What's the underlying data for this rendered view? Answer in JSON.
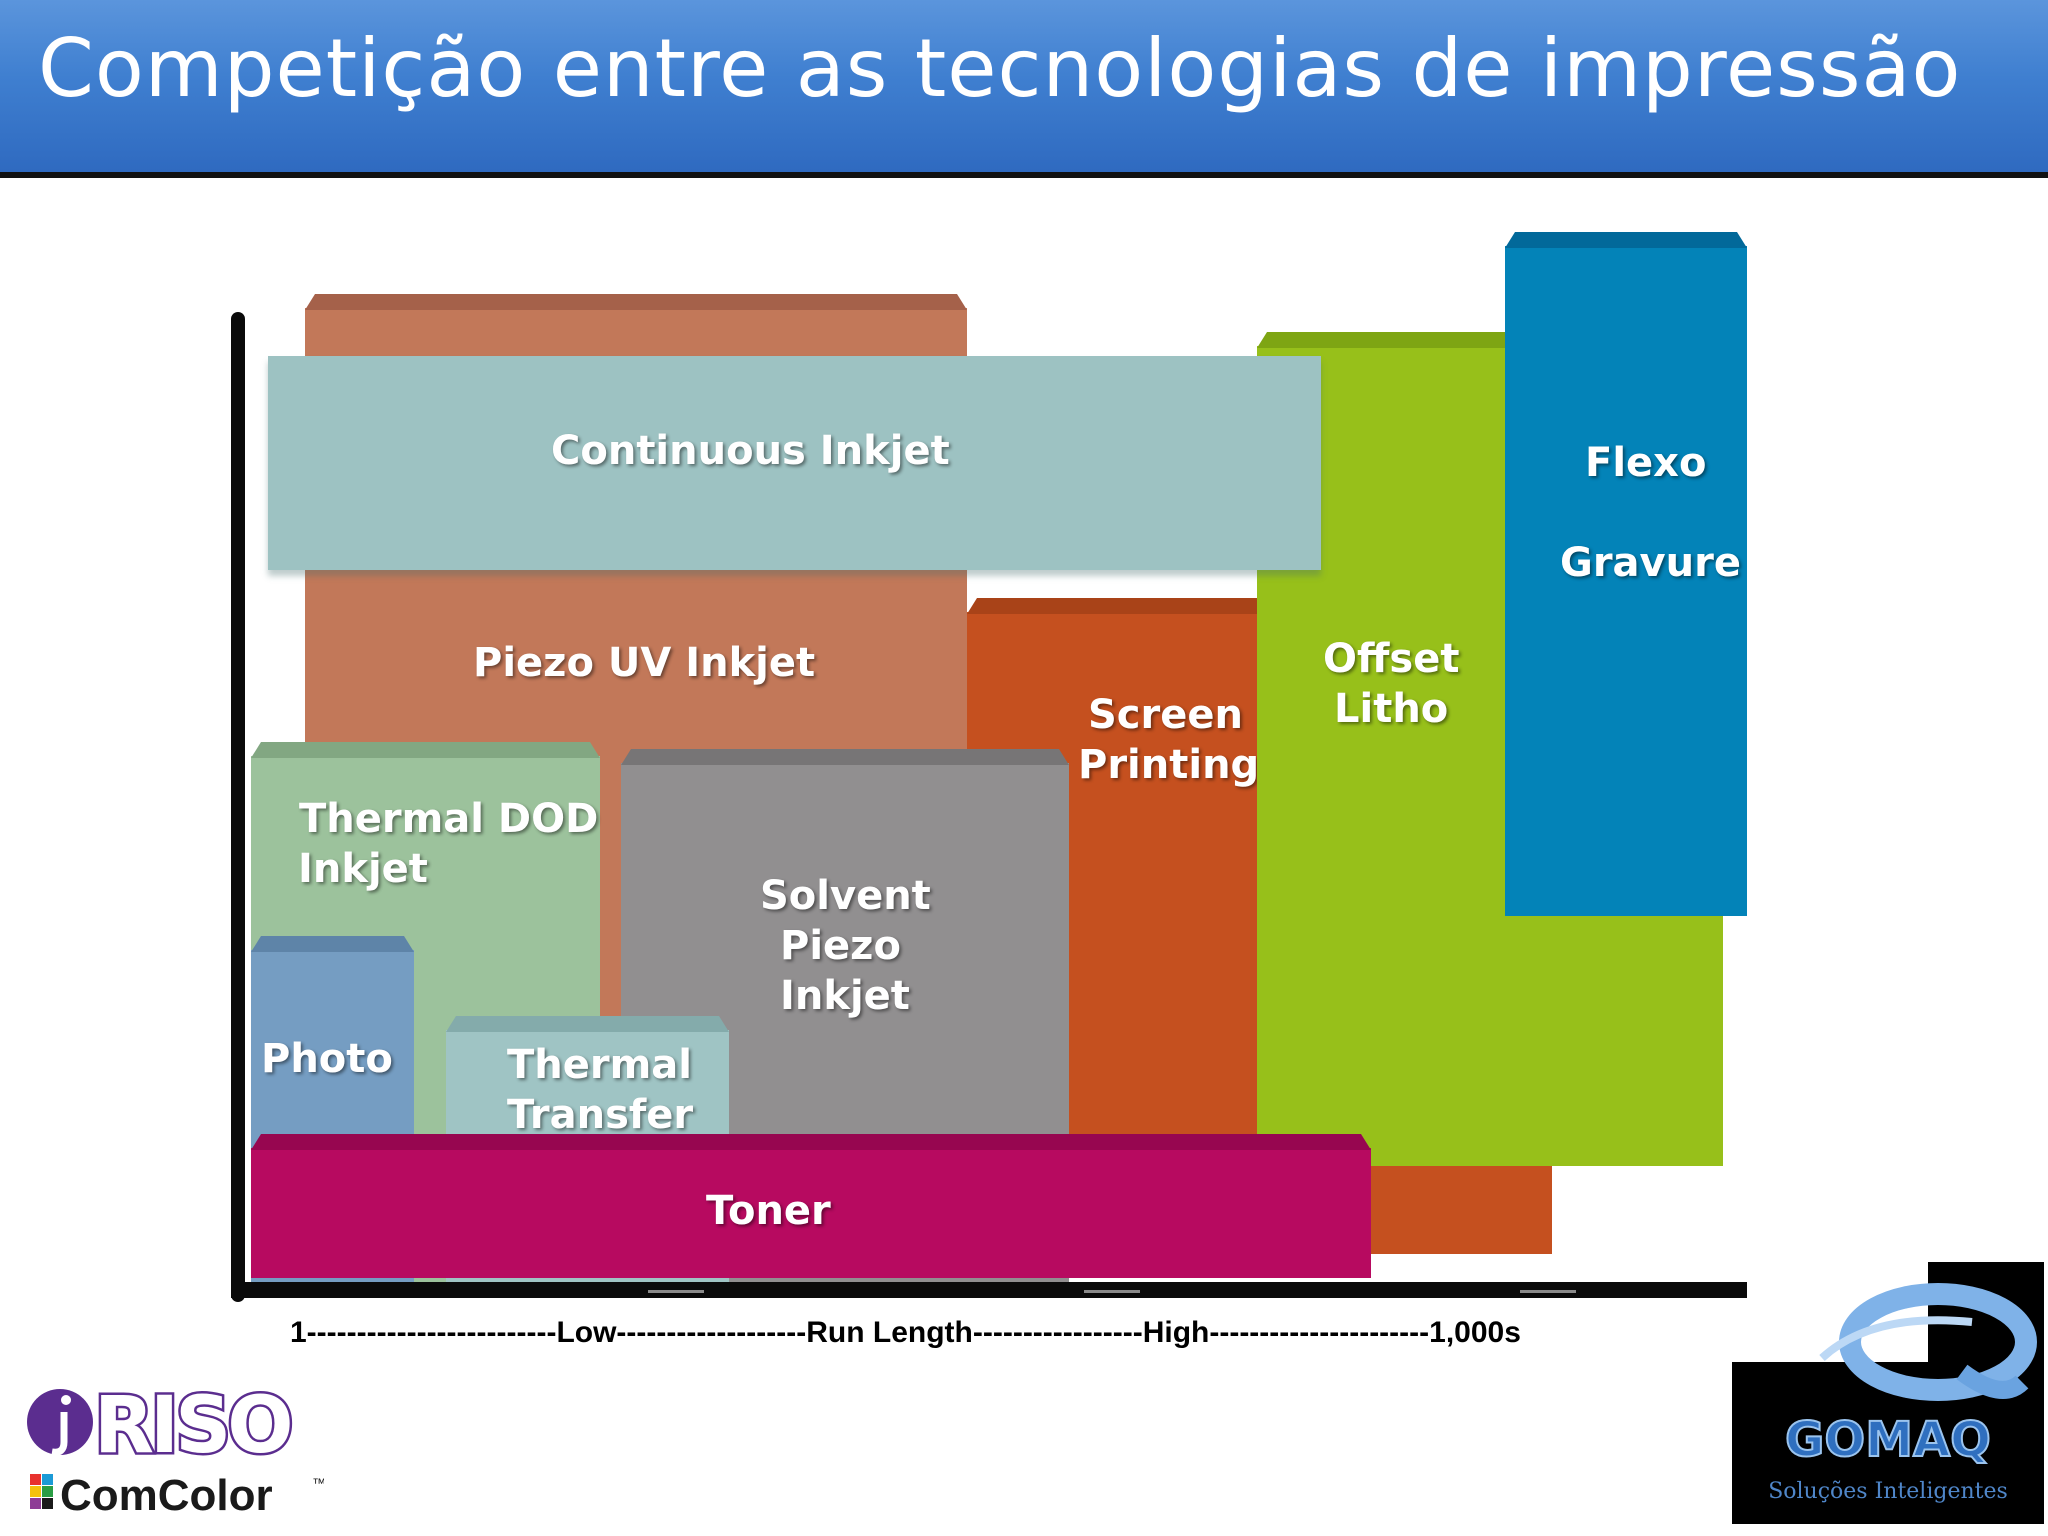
{
  "title": "Competição entre as tecnologias de impressão",
  "blocks": {
    "piezo_uv": "Piezo UV Inkjet",
    "continuous": "Continuous Inkjet",
    "screen_l1": "Screen",
    "screen_l2": "Printing",
    "offset_l1": "Offset",
    "offset_l2": "Litho",
    "flexo": "Flexo",
    "gravure": "Gravure",
    "thermal_dod_l1": "Thermal DOD",
    "thermal_dod_l2": "Inkjet",
    "solvent_l1": "Solvent",
    "solvent_l2": "Piezo",
    "solvent_l3": "Inkjet",
    "photo": "Photo",
    "thermal_transfer_l1": "Thermal",
    "thermal_transfer_l2": "Transfer",
    "toner": "Toner"
  },
  "axis_label": "1-------------------------Low-------------------Run Length-----------------High----------------------1,000s",
  "logos": {
    "riso_word": "RISO",
    "comcolor": "ComColor",
    "tm": "™",
    "gomaq": "GOMAQ",
    "gomaq_tagline": "Soluções Inteligentes"
  },
  "colors": {
    "title_bar": "#3f7fd0",
    "piezo_uv": "#c27859",
    "continuous": "#9dc2c2",
    "screen": "#c5501f",
    "offset": "#97c01a",
    "flexo": "#0383b8",
    "thermal_dod": "#9cc29c",
    "solvent": "#918f90",
    "photo": "#759dc2",
    "thermal_transfer": "#9fc4c4",
    "toner": "#b70a60"
  }
}
